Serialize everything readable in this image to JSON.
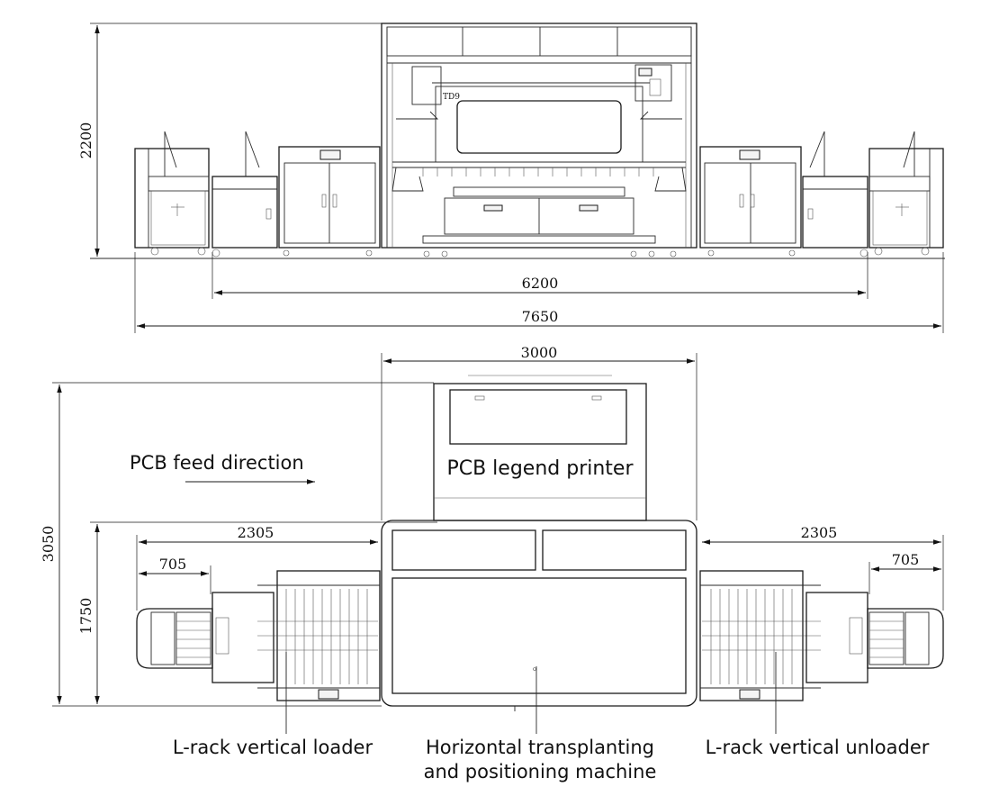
{
  "dimensions": {
    "height_front": "2200",
    "length_inner": "6200",
    "length_overall": "7650",
    "printer_width": "3000",
    "depth_overall": "3050",
    "depth_lines": "1750",
    "loader_length": "2305",
    "unloader_length": "2305",
    "loader_conveyor": "705",
    "unloader_conveyor": "705"
  },
  "machine_badge": "TD9",
  "labels": {
    "feed_direction": "PCB feed direction",
    "printer": "PCB legend printer",
    "loader": "L-rack vertical loader",
    "transplanter_line1": "Horizontal transplanting",
    "transplanter_line2": "and positioning machine",
    "unloader": "L-rack vertical unloader"
  }
}
